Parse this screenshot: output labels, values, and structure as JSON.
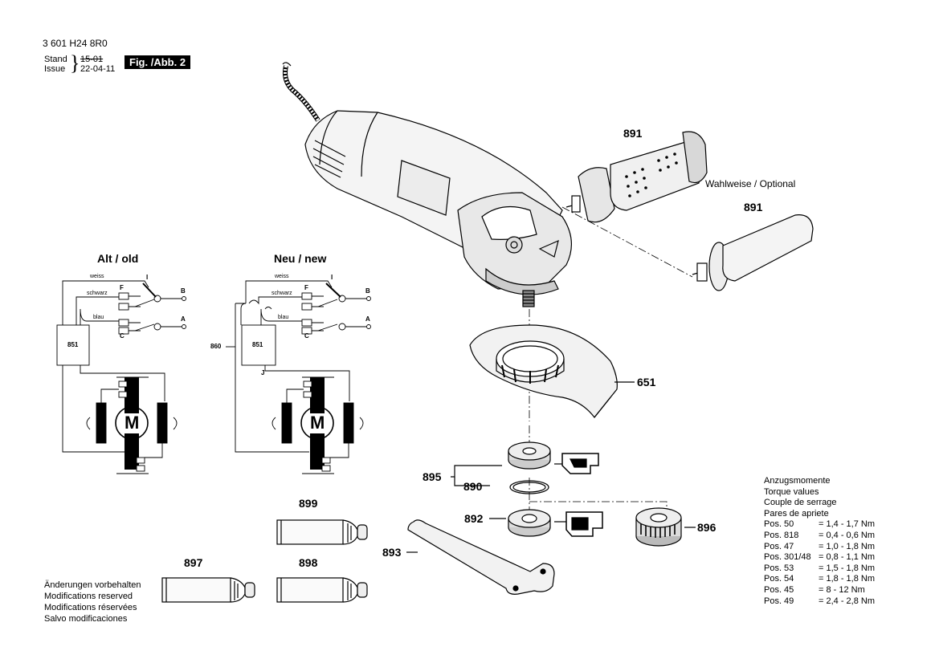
{
  "header": {
    "doc_number": "3 601 H24 8R0",
    "stand_label": "Stand",
    "issue_label": "Issue",
    "date_old": "15-01",
    "date_new": "22-04-11",
    "figure_label": "Fig. /Abb. 2"
  },
  "wiring": {
    "old": {
      "title": "Alt / old",
      "wire_white": "weiss",
      "wire_black": "schwarz",
      "wire_blue": "blau",
      "terminal_i": "I",
      "terminal_f": "F",
      "terminal_c": "C",
      "terminal_b": "B",
      "terminal_a": "A",
      "module": "851",
      "motor": "M"
    },
    "new": {
      "title": "Neu / new",
      "wire_white": "weiss",
      "wire_black": "schwarz",
      "wire_blue": "blau",
      "terminal_i": "I",
      "terminal_f": "F",
      "terminal_c": "C",
      "terminal_b": "B",
      "terminal_a": "A",
      "module": "851",
      "extra_module": "860",
      "terminal_j": "J",
      "motor": "M"
    }
  },
  "parts": {
    "p891a": "891",
    "p891b": "891",
    "p651": "651",
    "p895": "895",
    "p890": "890",
    "p892": "892",
    "p896": "896",
    "p893": "893",
    "p899": "899",
    "p897": "897",
    "p898": "898"
  },
  "optional_label": "Wahlweise / Optional",
  "notes": [
    "Änderungen vorbehalten",
    "Modifications reserved",
    "Modifications réservées",
    "Salvo modificaciones"
  ],
  "torque": {
    "headings": [
      "Anzugsmomente",
      "Torque values",
      "Couple de serrage",
      "Pares de apriete"
    ],
    "rows": [
      {
        "pos": "Pos.",
        "num": "50",
        "val": "= 1,4 - 1,7 Nm"
      },
      {
        "pos": "Pos.",
        "num": "818",
        "val": "= 0,4 - 0,6 Nm"
      },
      {
        "pos": "Pos.",
        "num": "47",
        "val": "= 1,0 - 1,8 Nm"
      },
      {
        "pos": "Pos.",
        "num": "301/48",
        "val": "= 0,8 - 1,1 Nm"
      },
      {
        "pos": "Pos.",
        "num": "53",
        "val": "= 1,5 - 1,8 Nm"
      },
      {
        "pos": "Pos.",
        "num": "54",
        "val": "= 1,8 - 1,8 Nm"
      },
      {
        "pos": "Pos.",
        "num": "45",
        "val": "= 8 - 12 Nm"
      },
      {
        "pos": "Pos.",
        "num": "49",
        "val": "= 2,4 - 2,8 Nm"
      }
    ]
  }
}
